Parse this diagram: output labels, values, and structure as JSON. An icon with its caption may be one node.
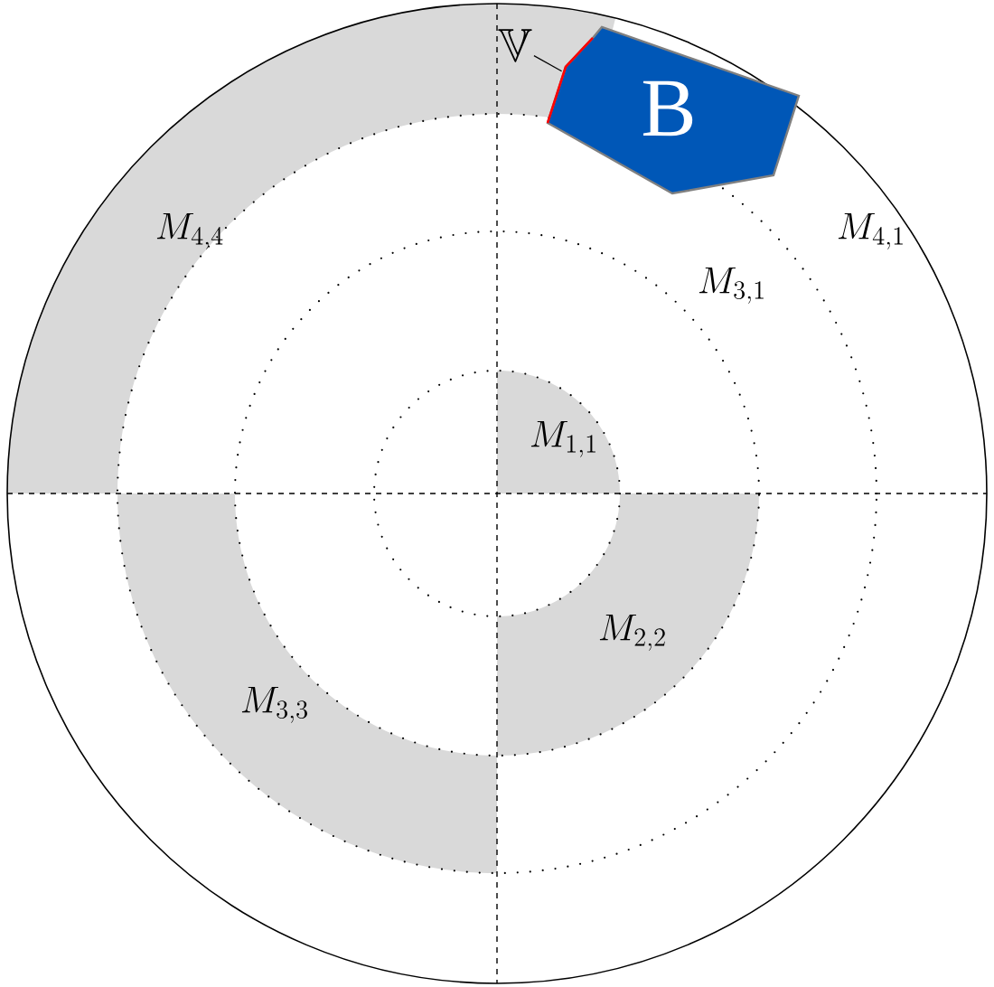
{
  "diagram": {
    "nodes": [
      {
        "text": [
          "\\mathbb{V}"
        ]
      },
      {
        "text": [
          "B"
        ]
      },
      {
        "text": [],
        "shape": "bar",
        "in": 1
      }
    ],
    "edges": [
      {
        "from": 0,
        "to": 2,
        "arrow": "none"
      }
    ],
    "labels": [
      "M_{4,4}",
      "M_{4,1}",
      "M_{3,1}",
      "M_{1,1}",
      "M_{2,2}",
      "M_{3,3}"
    ]
  }
}
